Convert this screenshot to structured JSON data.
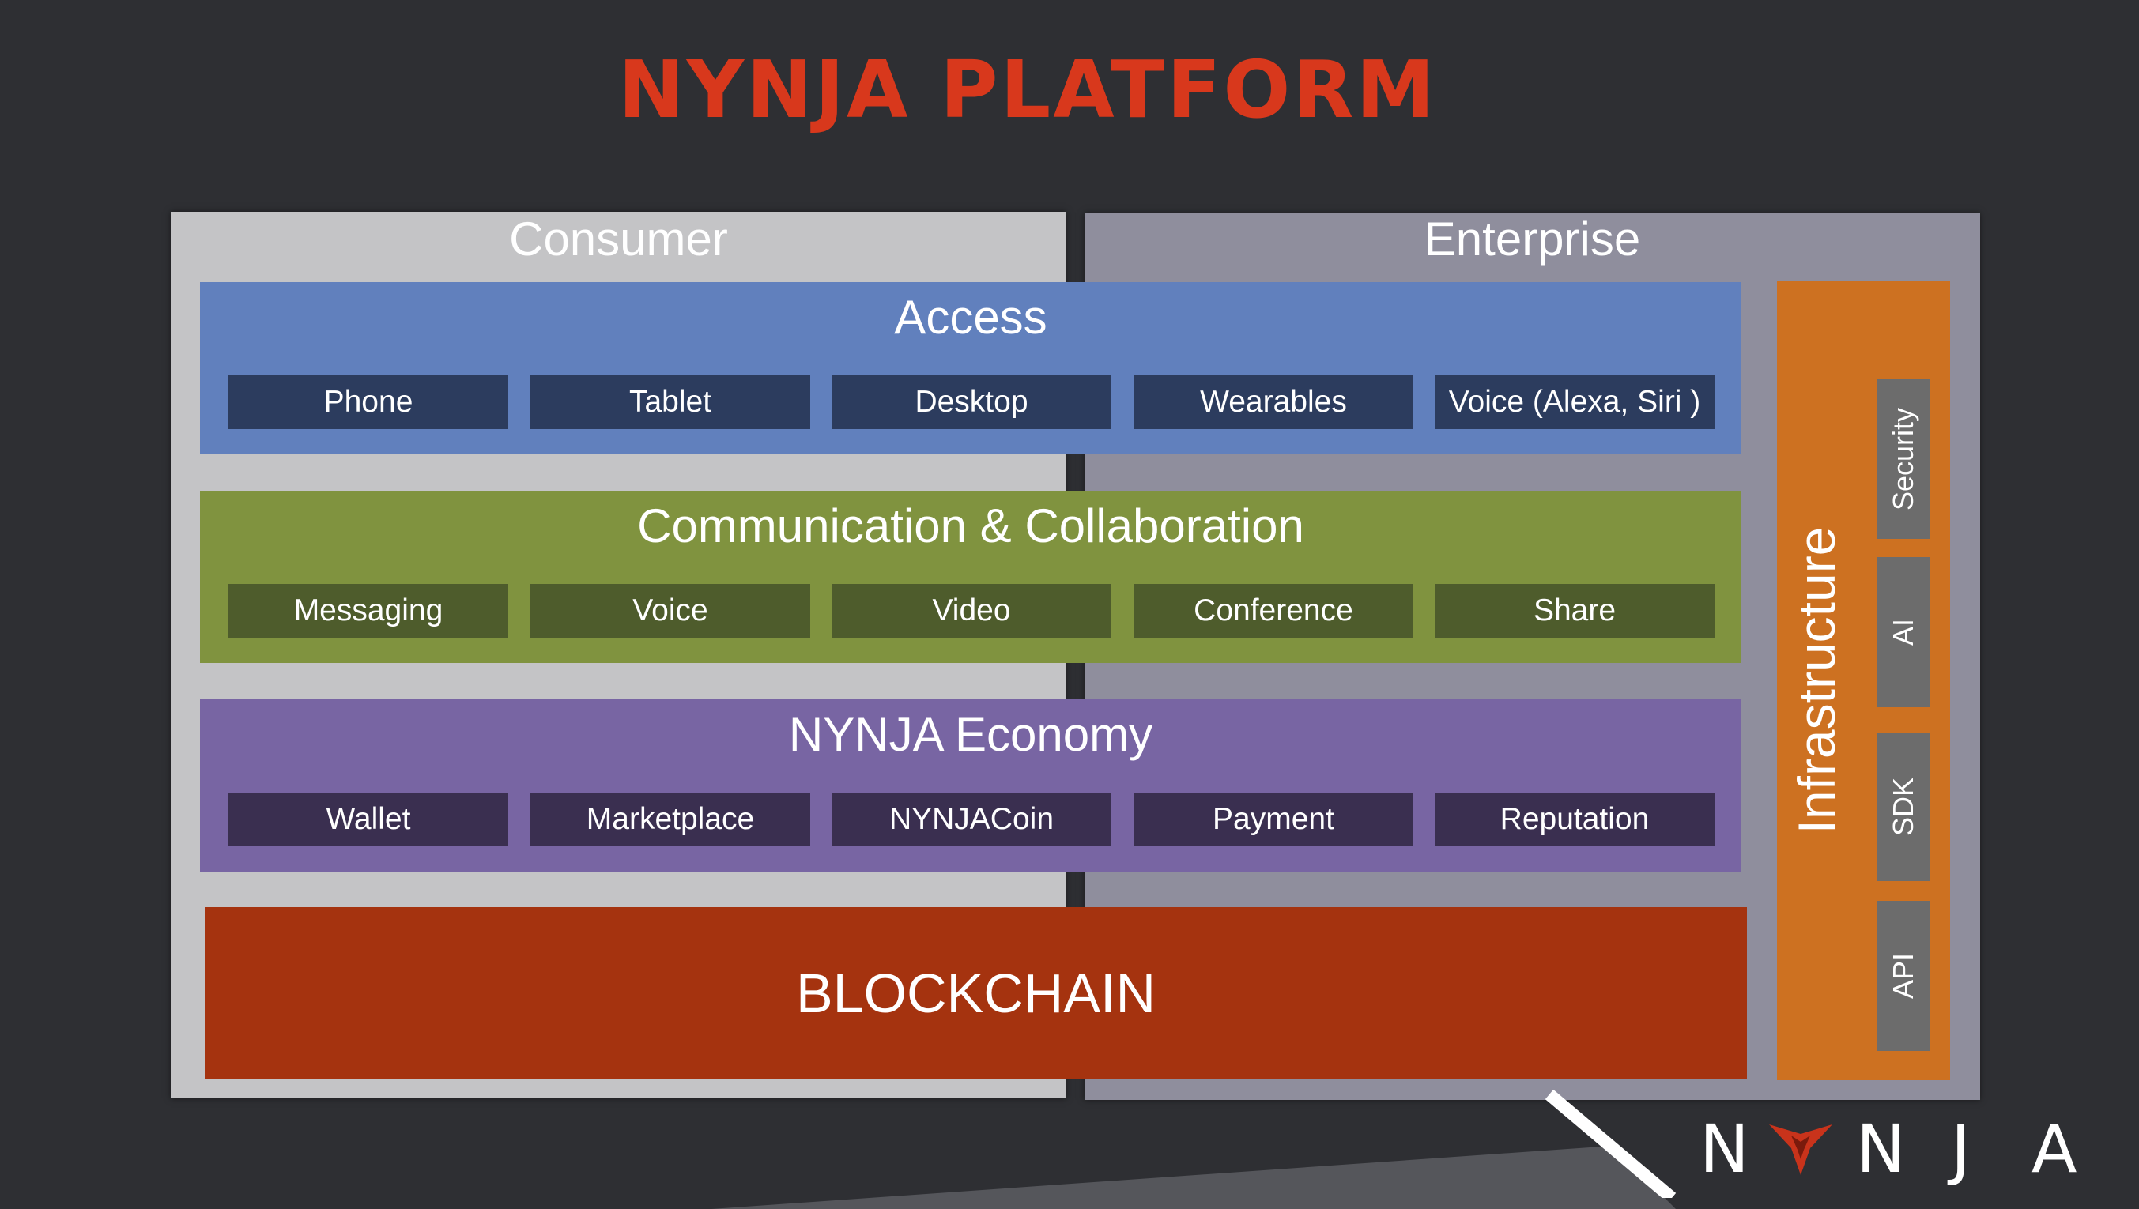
{
  "title": "NYNJA PLATFORM",
  "columns": {
    "consumer": "Consumer",
    "enterprise": "Enterprise"
  },
  "bands": {
    "access": {
      "title": "Access",
      "items": [
        "Phone",
        "Tablet",
        "Desktop",
        "Wearables",
        "Voice (Alexa, Siri )"
      ]
    },
    "communication": {
      "title": "Communication & Collaboration",
      "items": [
        "Messaging",
        "Voice",
        "Video",
        "Conference",
        "Share"
      ]
    },
    "economy": {
      "title": "NYNJA Economy",
      "items": [
        "Wallet",
        "Marketplace",
        "NYNJACoin",
        "Payment",
        "Reputation"
      ]
    }
  },
  "blockchain": "BLOCKCHAIN",
  "infrastructure": {
    "title": "Infrastructure",
    "items": [
      "Security",
      "AI",
      "SDK",
      "API"
    ]
  },
  "logo": {
    "letters": [
      "N",
      "N",
      "J",
      "A"
    ],
    "icon": "ninja-star-icon"
  },
  "colors": {
    "title": "#d8381c",
    "access": "#6180bd",
    "communication": "#80933f",
    "economy": "#7865a3",
    "blockchain": "#a5330f",
    "infrastructure": "#cd7121"
  }
}
